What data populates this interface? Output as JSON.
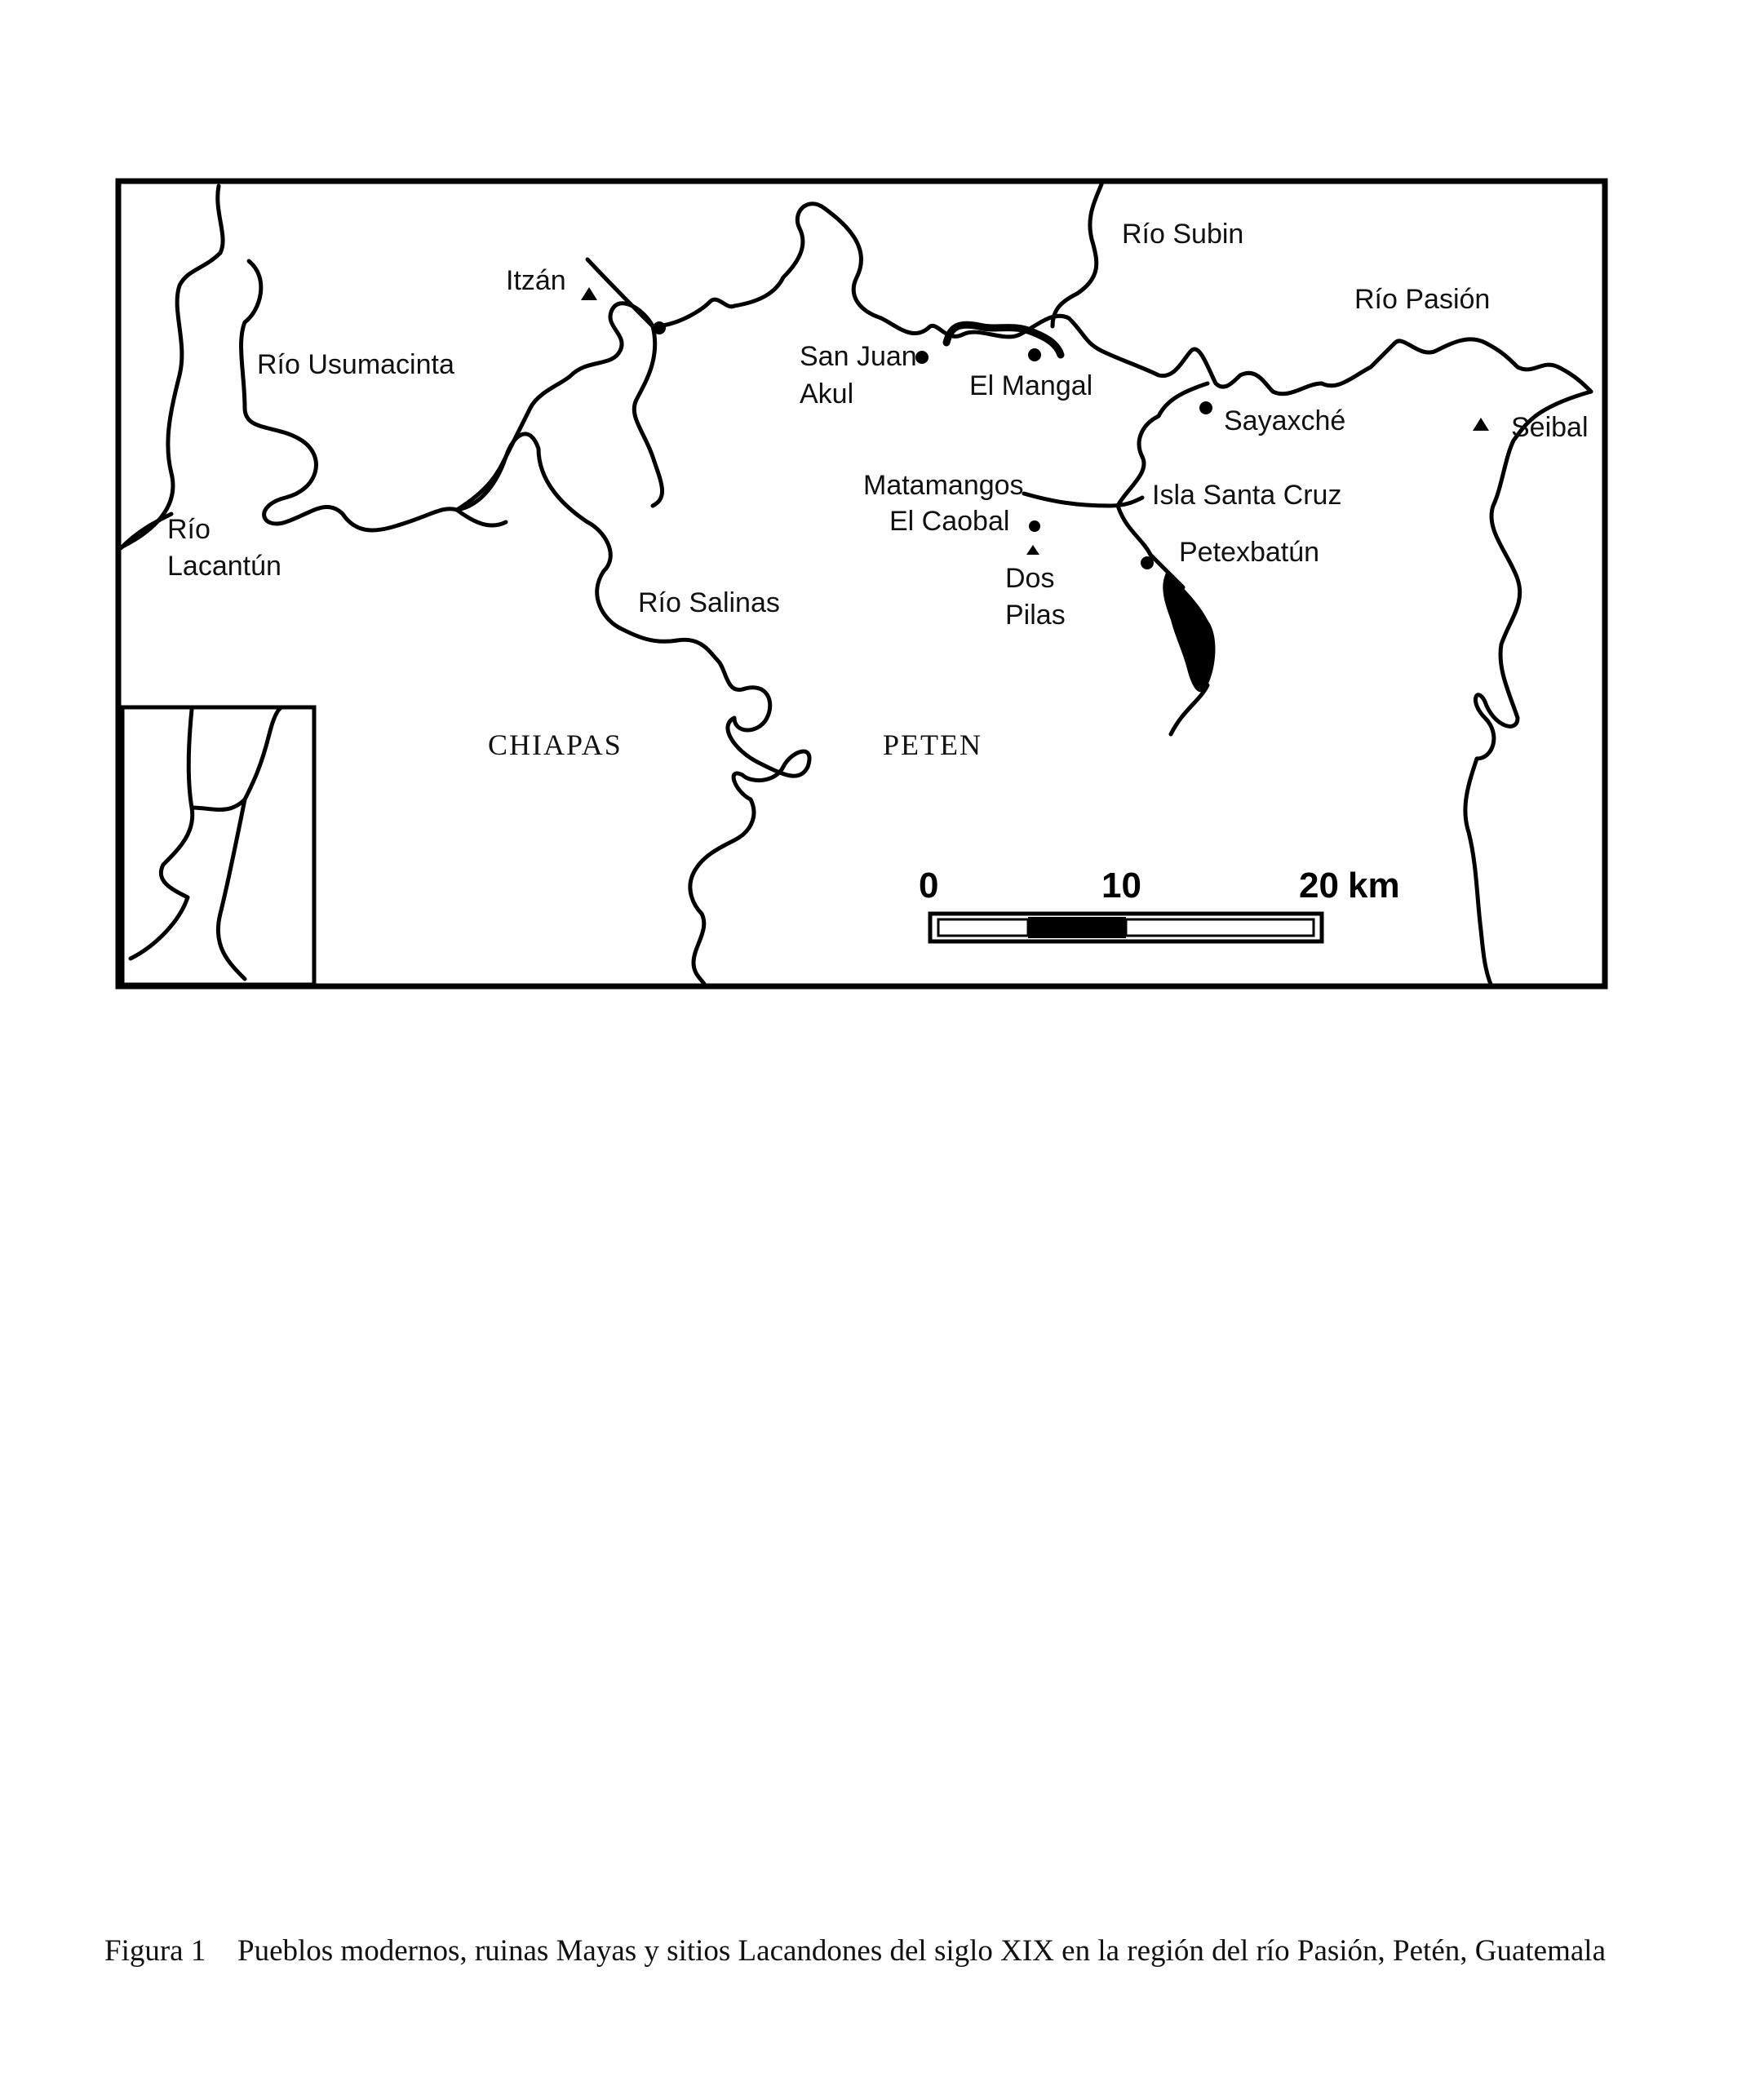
{
  "map": {
    "rivers": {
      "subin": "Río Subin",
      "pasion": "Río Pasión",
      "usumacinta": "Río Usumacinta",
      "lacantun_1": "Río",
      "lacantun_2": "Lacantún",
      "salinas": "Río Salinas"
    },
    "places": {
      "itzan": "Itzán",
      "san_juan_1": "San Juan",
      "san_juan_2": "Akul",
      "el_mangal": "El Mangal",
      "sayaxche": "Sayaxché",
      "seibal": "Seibal",
      "matamangos": "Matamangos",
      "isla_santa_cruz": "Isla Santa Cruz",
      "el_caobal": "El Caobal",
      "petexbatun": "Petexbatún",
      "dos_pilas_1": "Dos",
      "dos_pilas_2": "Pilas"
    },
    "regions": {
      "chiapas": "CHIAPAS",
      "peten": "PETEN"
    },
    "scale": {
      "tick_0": "0",
      "tick_10": "10",
      "tick_20": "20",
      "unit": "km"
    }
  },
  "caption": {
    "figure": "Figura 1",
    "text": "Pueblos modernos, ruinas Mayas y sitios Lacandones del siglo XIX en la región del río Pasión, Petén, Guatemala"
  }
}
